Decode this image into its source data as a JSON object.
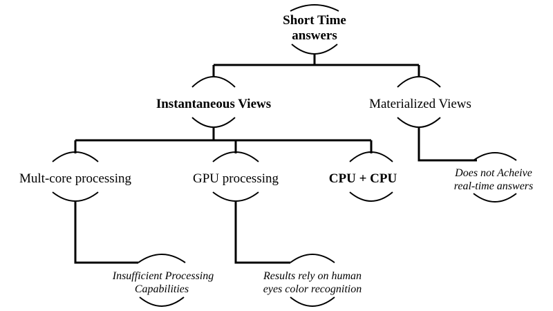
{
  "diagram": {
    "root": {
      "line1": "Short Time",
      "line2": "answers"
    },
    "instantaneous": "Instantaneous Views",
    "materialized": "Materialized  Views",
    "multicore": "Mult-core processing",
    "gpu": "GPU processing",
    "cpucpu": "CPU + CPU",
    "notes": {
      "insufficient": {
        "line1": "Insufficient Processing",
        "line2": "Capabilities"
      },
      "results": {
        "line1": "Results rely on human",
        "line2": "eyes color recognition"
      },
      "realtime": {
        "line1": "Does not Acheive",
        "line2": "real-time answers"
      }
    }
  }
}
